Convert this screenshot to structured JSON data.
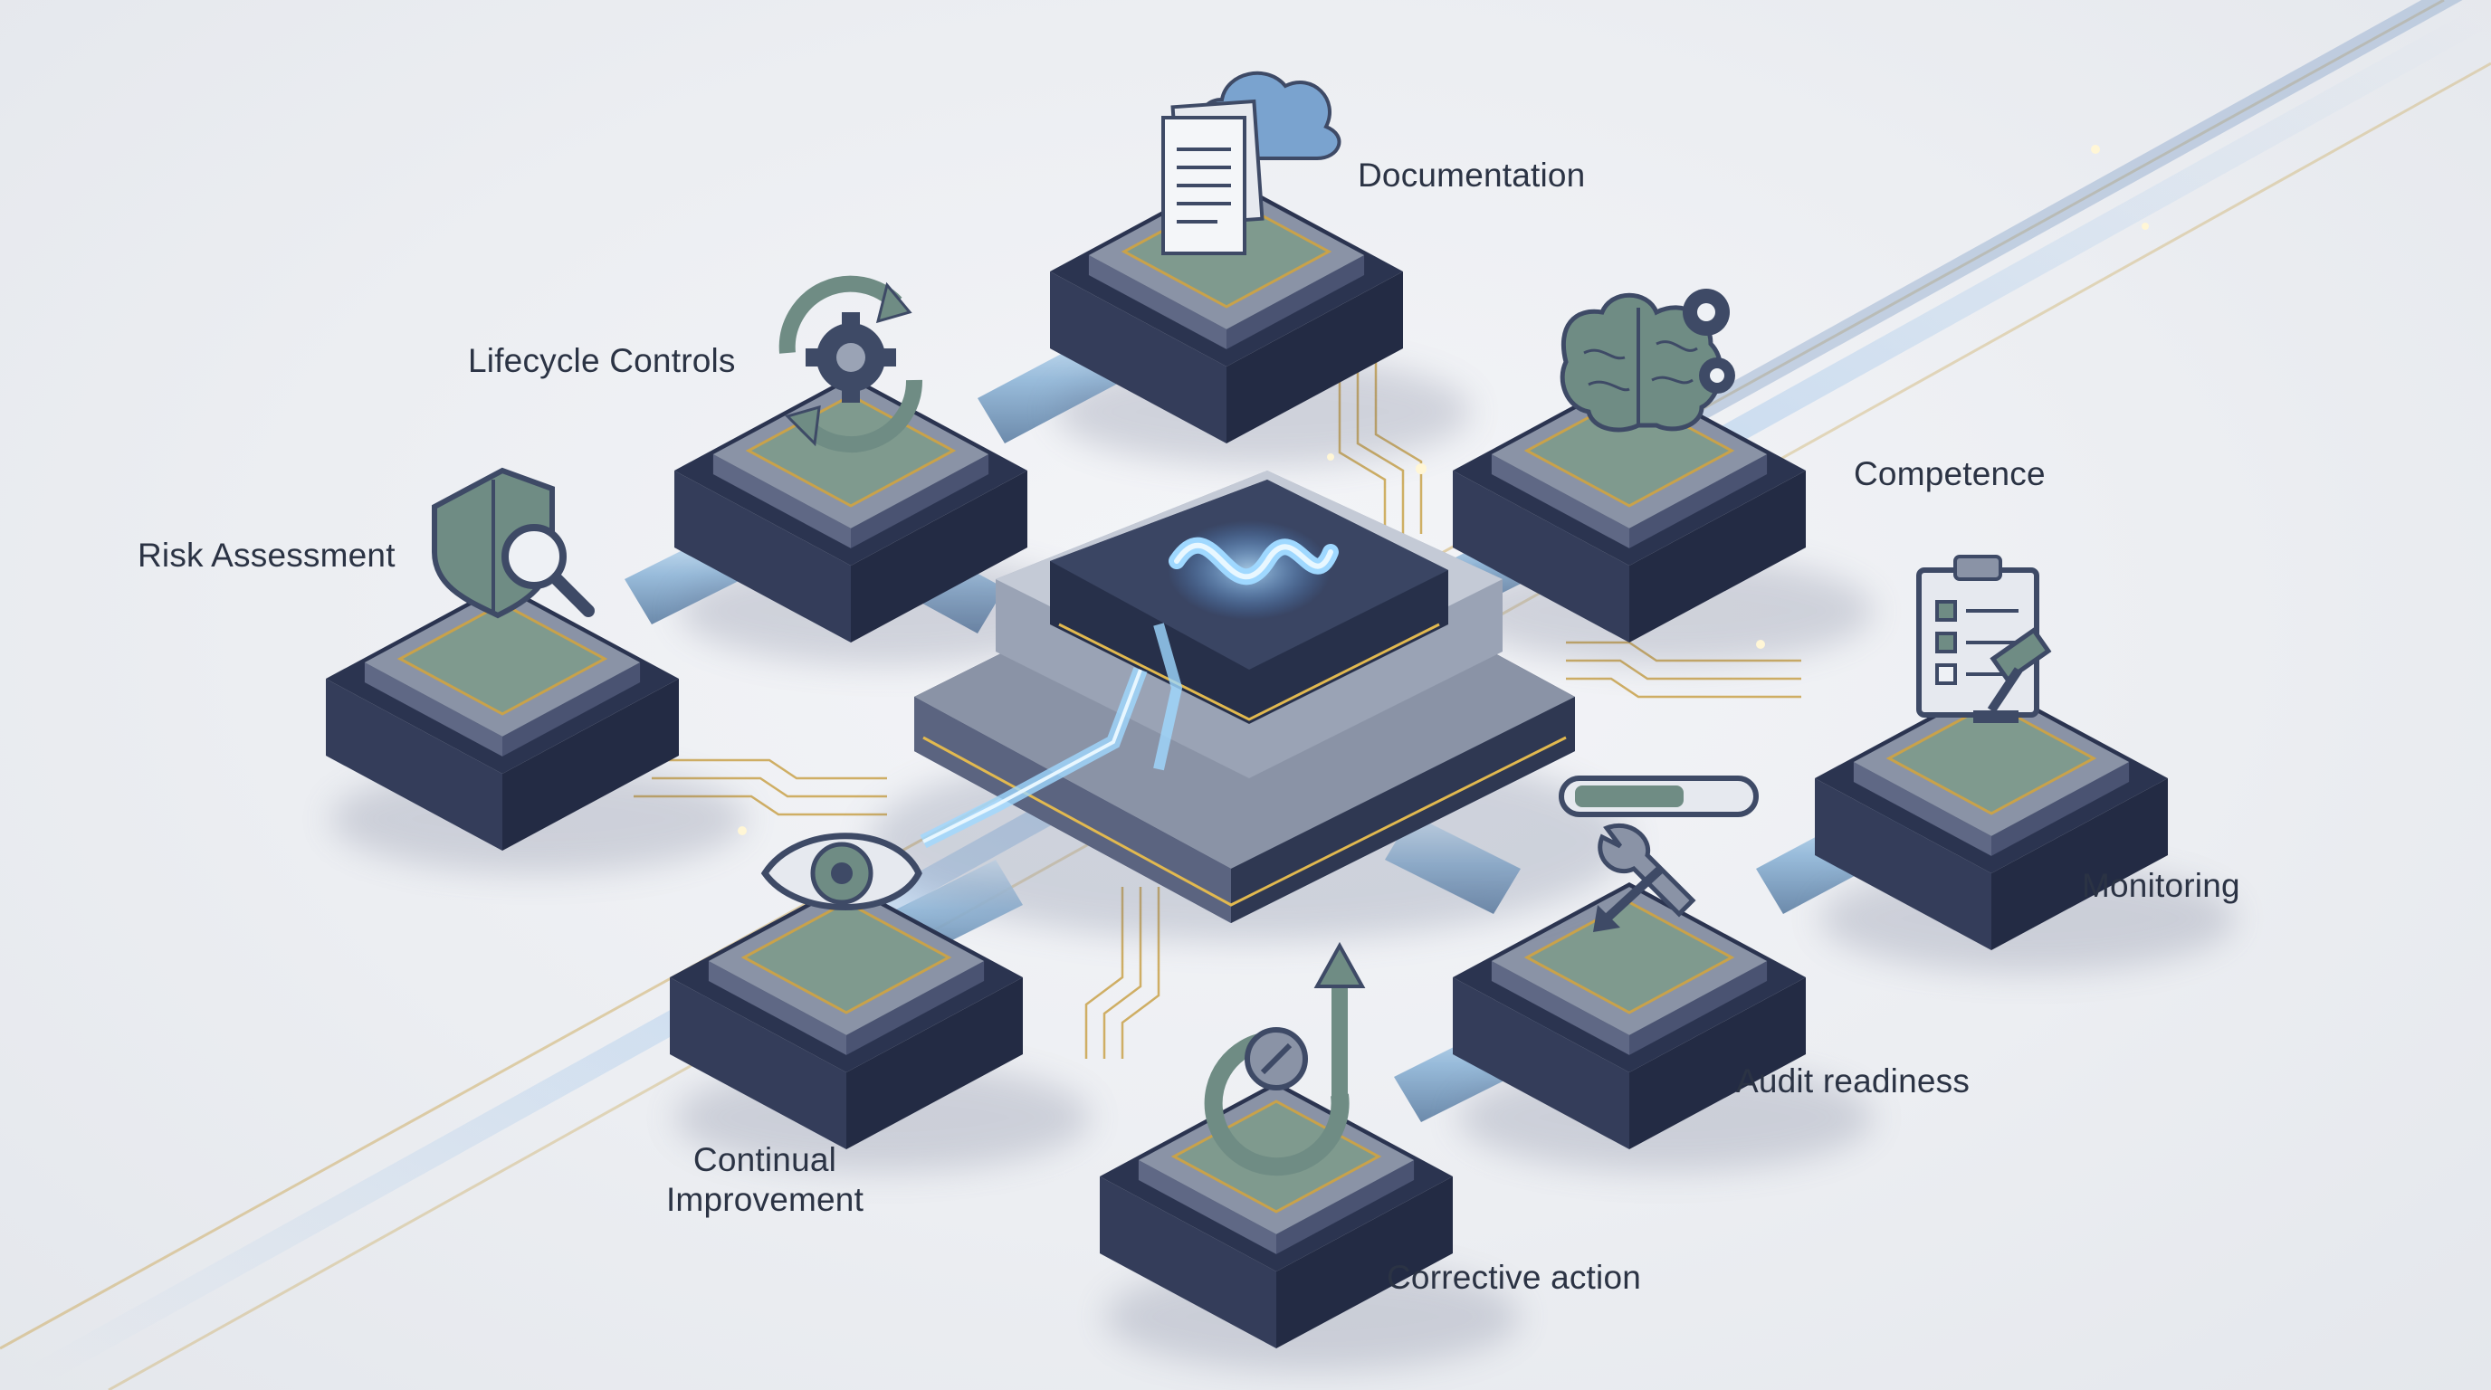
{
  "nodes": [
    {
      "id": "documentation",
      "label": "Documentation",
      "icon": "documents-cloud-icon"
    },
    {
      "id": "lifecycle-controls",
      "label": "Lifecycle Controls",
      "icon": "gear-cycle-icon"
    },
    {
      "id": "risk-assessment",
      "label": "Risk Assessment",
      "icon": "shield-magnifier-icon"
    },
    {
      "id": "competence",
      "label": "Competence",
      "icon": "brain-gears-icon"
    },
    {
      "id": "monitoring",
      "label": "Monitoring",
      "icon": "clipboard-gavel-icon"
    },
    {
      "id": "audit-readiness",
      "label": "Audit readiness",
      "icon": "wrench-progress-icon"
    },
    {
      "id": "corrective-action",
      "label": "Corrective action",
      "icon": "cycle-arrow-up-icon"
    },
    {
      "id": "continual-improvement",
      "label_line1": "Continual",
      "label_line2": "Improvement",
      "icon": "eye-icon"
    }
  ],
  "center": {
    "icon": "central-hub-flow-icon"
  },
  "colors": {
    "background": "#eceef2",
    "block_dark": "#2b3450",
    "block_top": "#4a5572",
    "platform": "#8a93a6",
    "inner_panel": "#7f9a8e",
    "gold_trace": "#c9a24a",
    "glow_blue": "#7fc4ff",
    "label_text": "#2b3344"
  }
}
